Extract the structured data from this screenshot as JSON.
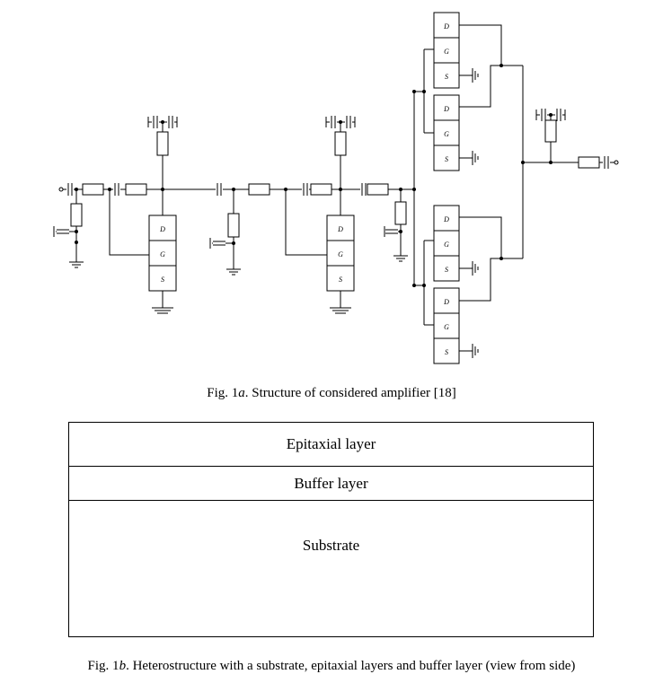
{
  "figure_a": {
    "caption_prefix": "Fig. 1",
    "caption_letter": "a",
    "caption_text": ". Structure of considered amplifier [18]",
    "terminal_labels": {
      "drain": "D",
      "gate": "G",
      "source": "S"
    }
  },
  "figure_b": {
    "layers": {
      "epitaxial": "Epitaxial layer",
      "buffer": "Buffer layer",
      "substrate": "Substrate"
    },
    "caption_prefix": "Fig. 1",
    "caption_letter": "b",
    "caption_text": ". Heterostructure with a substrate, epitaxial layers and buffer layer (view from side)"
  }
}
